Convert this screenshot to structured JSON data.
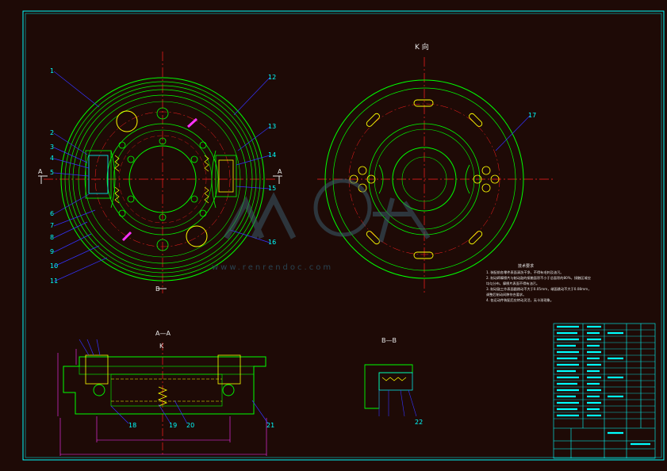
{
  "view_labels": {
    "k_view": "K 向",
    "section_aa": "A—A",
    "section_bb": "B—B",
    "k_arrow": "K",
    "a_left": "A",
    "a_right": "A",
    "b_mark": "B"
  },
  "balloons": [
    "1",
    "2",
    "3",
    "4",
    "5",
    "6",
    "7",
    "8",
    "9",
    "10",
    "11",
    "12",
    "13",
    "14",
    "15",
    "16",
    "17",
    "18",
    "19",
    "20",
    "21",
    "22"
  ],
  "tech_notes": {
    "title": "技术要求",
    "lines": [
      "1. 装配前各零件表面清洗干净，不得有毛刺及油污。",
      "2. 制动蹄摩擦片与制动鼓的接触面积不小于总面积的80%，接触区域应",
      "   均匀分布，摩擦片表面不得有油污。",
      "3. 制动鼓工作表面圆跳动不大于0.05mm，端面跳动不大于0.08mm，",
      "   调整后制动间隙符合要求。",
      "4. 各运动件装配后应转动灵活，无卡滞现象。"
    ]
  },
  "watermark": {
    "text": "www.renrendoc.com",
    "logo": "人人文库"
  },
  "colors": {
    "background": "#1e0a06",
    "frame": "#00ffff",
    "outline": "#00ff00",
    "centerline": "#ff2020",
    "dimension": "#ff33ff",
    "leader": "#3333ff",
    "yellow": "#ffff00",
    "title_block": "#00ffff"
  }
}
